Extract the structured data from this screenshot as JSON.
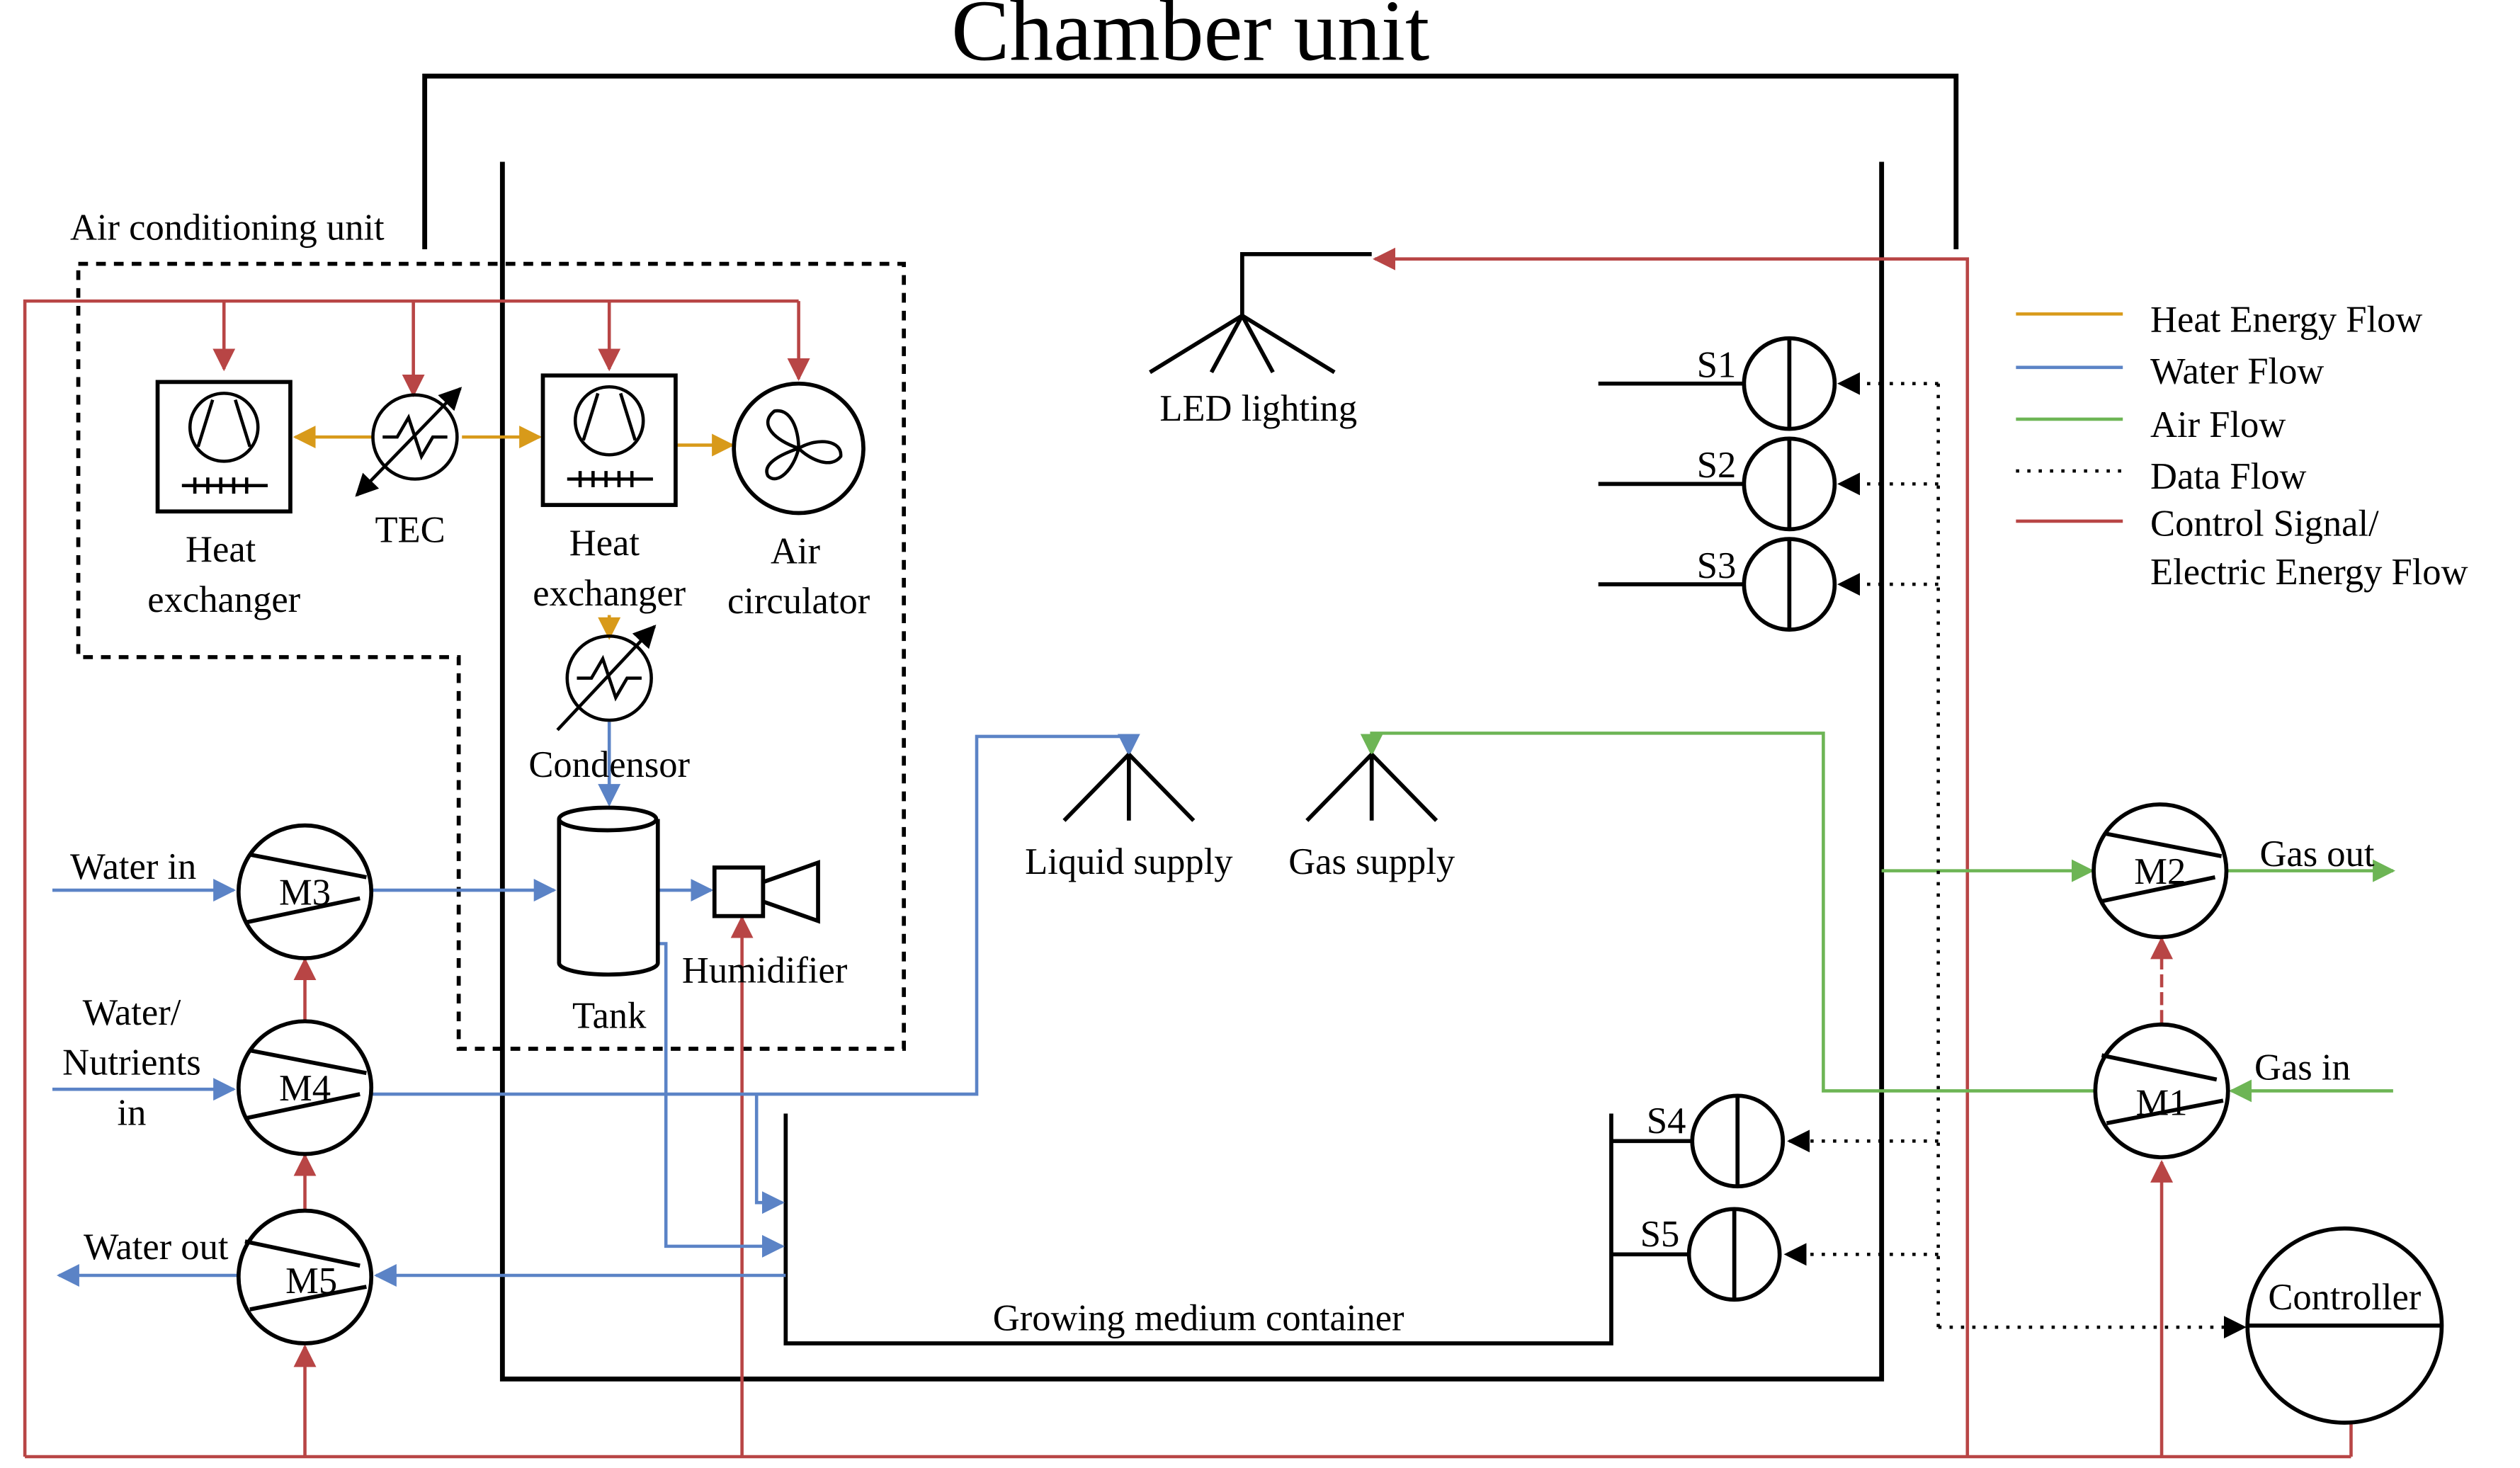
{
  "labels": {
    "chamber_unit": "Chamber unit",
    "ac_unit": "Air conditioning unit",
    "heat_exchanger_1_l1": "Heat",
    "heat_exchanger_1_l2": "exchanger",
    "tec": "TEC",
    "heat_exchanger_2_l1": "Heat",
    "heat_exchanger_2_l2": "exchanger",
    "air_circulator_l1": "Air",
    "air_circulator_l2": "circulator",
    "condensor": "Condensor",
    "tank": "Tank",
    "humidifier": "Humidifier",
    "led_lighting": "LED lighting",
    "liquid_supply": "Liquid supply",
    "gas_supply": "Gas supply",
    "growing_medium_container": "Growing medium container",
    "water_in": "Water in",
    "water_nutrients_l1": "Water/",
    "water_nutrients_l2": "Nutrients",
    "water_nutrients_l3": "in",
    "water_out": "Water out",
    "gas_out": "Gas out",
    "gas_in": "Gas in",
    "controller": "Controller"
  },
  "motors": {
    "m1": "M1",
    "m2": "M2",
    "m3": "M3",
    "m4": "M4",
    "m5": "M5"
  },
  "sensors": {
    "s1": "S1",
    "s2": "S2",
    "s3": "S3",
    "s4": "S4",
    "s5": "S5"
  },
  "legend": {
    "heat": "Heat Energy Flow",
    "water": "Water Flow",
    "air": "Air Flow",
    "data": "Data Flow",
    "control_l1": "Control Signal/",
    "control_l2": "Electric Energy Flow"
  },
  "colors": {
    "heat": "#d89a1a",
    "water": "#5b83c6",
    "air": "#6db555",
    "data": "#000000",
    "control": "#b84545",
    "structure": "#000000"
  }
}
